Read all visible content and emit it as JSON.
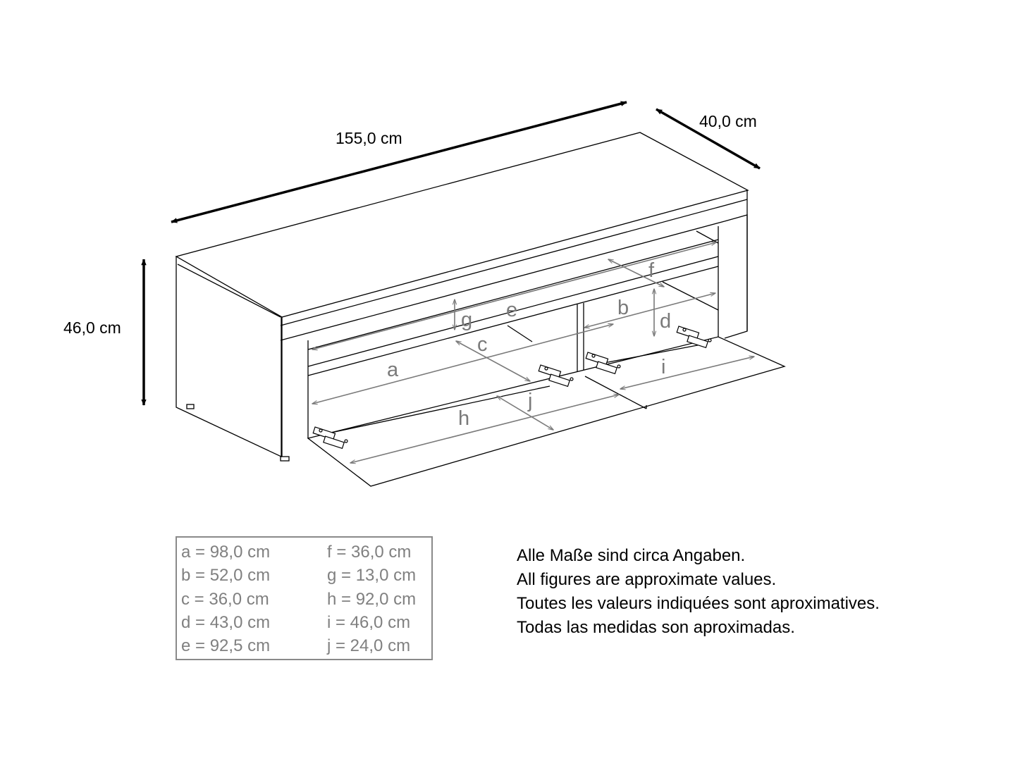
{
  "overall_dimensions": {
    "width": "155,0 cm",
    "depth": "40,0 cm",
    "height": "46,0 cm"
  },
  "part_labels": [
    "a",
    "b",
    "c",
    "d",
    "e",
    "f",
    "g",
    "h",
    "i",
    "j"
  ],
  "legend": [
    [
      "a = 98,0 cm",
      "f  = 36,0 cm"
    ],
    [
      "b = 52,0 cm",
      "g = 13,0 cm"
    ],
    [
      "c = 36,0 cm",
      "h = 92,0 cm"
    ],
    [
      "d = 43,0 cm",
      "i  = 46,0 cm"
    ],
    [
      "e = 92,5 cm",
      "j  = 24,0 cm"
    ]
  ],
  "notes": [
    "Alle Maße sind circa Angaben.",
    "All figures are approximate values.",
    "Toutes les valeurs indiquées sont aproximatives.",
    "Todas las medidas son aproximadas."
  ],
  "colors": {
    "outline": "#000000",
    "dimension_gray": "#808080"
  }
}
